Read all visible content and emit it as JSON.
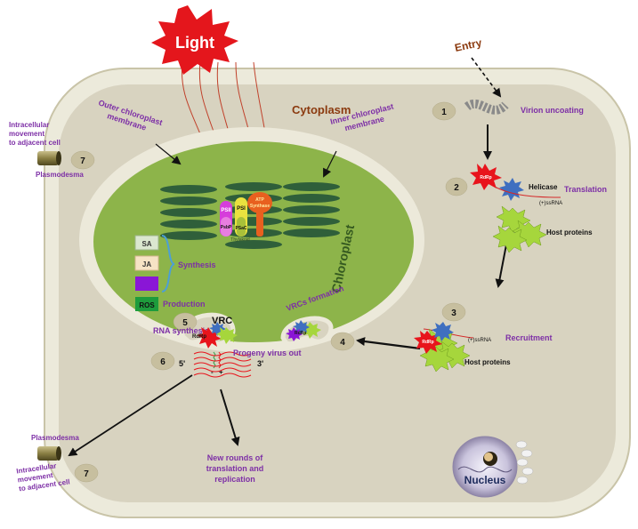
{
  "labels": {
    "light": "Light",
    "entry": "Entry",
    "cytoplasm": "Cytoplasm",
    "outer_membrane_1": "Outer chloroplast",
    "outer_membrane_2": "membrane",
    "inner_membrane_1": "Inner chloroplast",
    "inner_membrane_2": "membrane",
    "chloroplast": "Chloroplast",
    "nucleus": "Nucleus",
    "virion_uncoating": "Virion uncoating",
    "rdrp": "RdRp",
    "helicase": "Helicase",
    "ssrna": "(+)ssRNA",
    "translation": "Translation",
    "host_proteins": "Host proteins",
    "recruitment": "Recruitment",
    "vrcs_formation": "VRCs formation",
    "rna_synthesis": "RNA synthesis",
    "vrc": "VRC",
    "minus": "-",
    "plus": "+",
    "progeny": "Progeny virus out",
    "five_prime": "5'",
    "three_prime": "3'",
    "new_rounds_1": "New rounds of",
    "new_rounds_2": "translation and",
    "new_rounds_3": "replication",
    "plasmodesma": "Plasmodesma",
    "intracell_1": "Intracellular",
    "intracell_2": "movement",
    "intracell_3": "to adjacent cell",
    "synthesis": "Synthesis",
    "production": "Production",
    "sa": "SA",
    "ja": "JA",
    "ros": "ROS",
    "psii": "PSII",
    "psi": "PSI",
    "pspc": "PsbP",
    "psac": "PSaC",
    "atp_1": "ATP",
    "atp_2": "Synthase",
    "thylakoid": "Thylakoid"
  },
  "steps": [
    "1",
    "2",
    "3",
    "4",
    "5",
    "6",
    "7",
    "7"
  ],
  "colors": {
    "cell_fill": "#d8d3c0",
    "cell_wall": "#eceadb",
    "chloroplast_fill": "#8db44a",
    "outer_membrane": "#ece9da",
    "grana": "#2f5f3a",
    "step_circle": "#c7bf9f",
    "rdrp": "#e8141c",
    "helicase": "#3f6fc0",
    "host_protein": "#a6d63c",
    "label_purple": "#7d2fa6",
    "label_brown": "#8b3a0f",
    "light": "#e4161c"
  }
}
